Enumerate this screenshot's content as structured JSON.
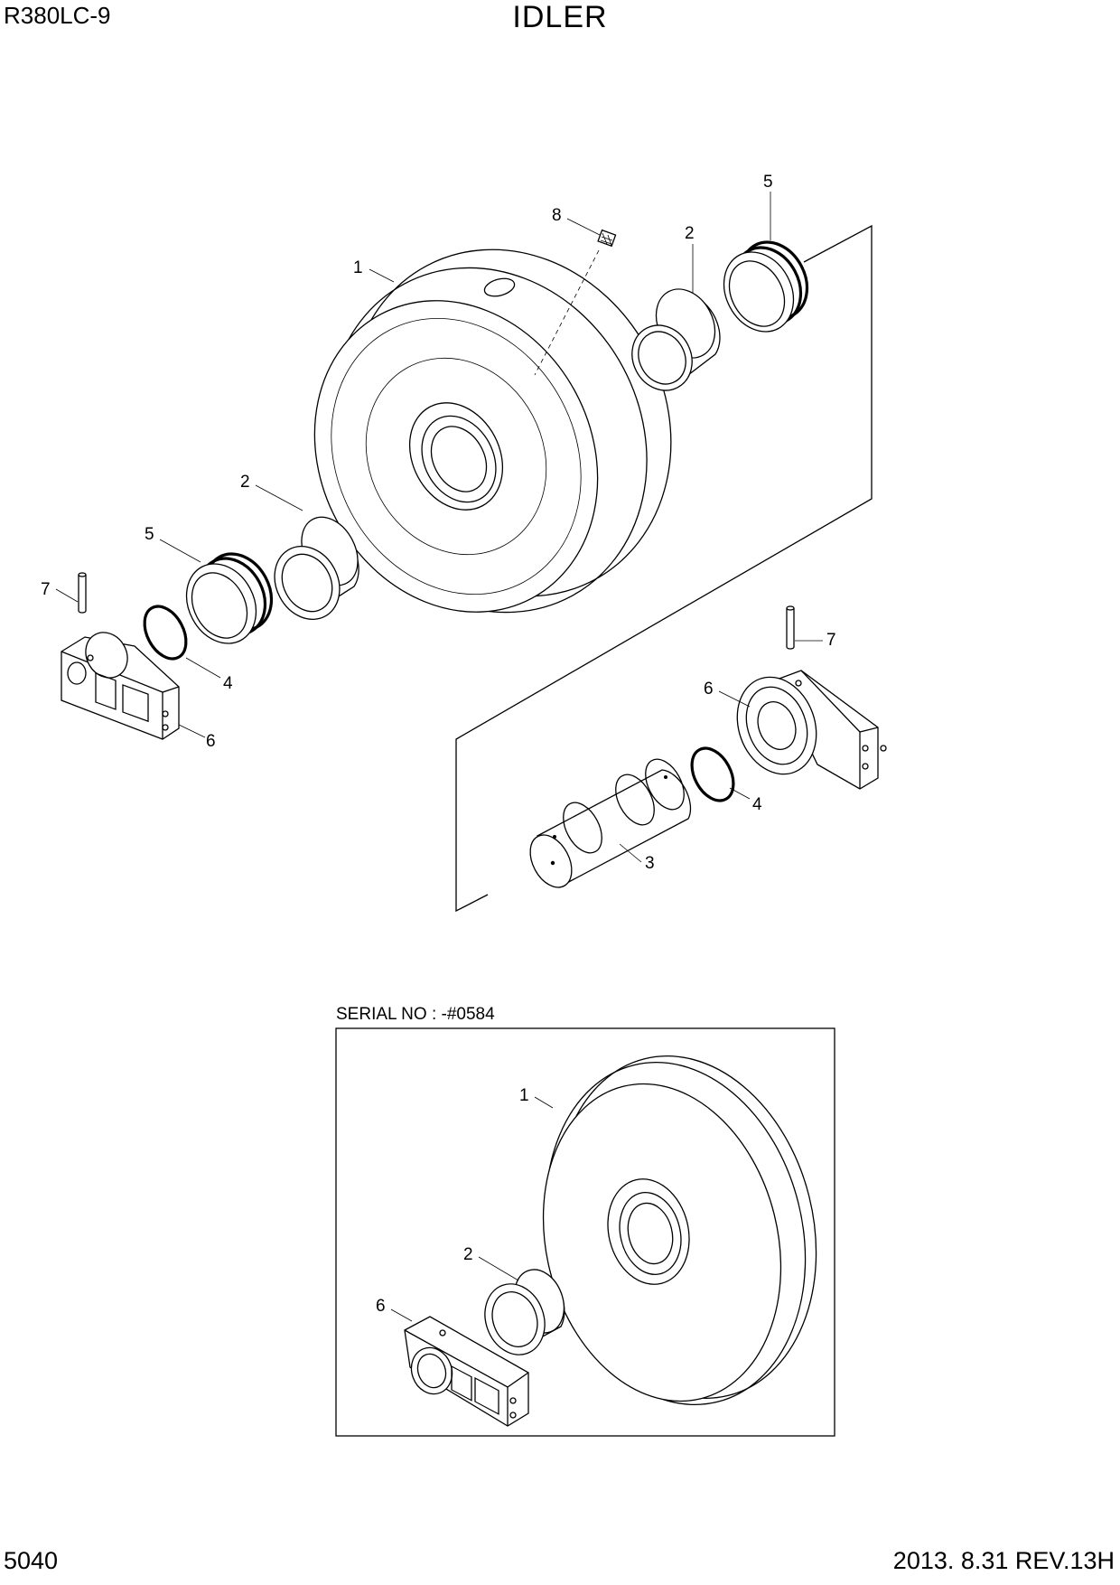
{
  "header": {
    "model": "R380LC-9",
    "title": "IDLER"
  },
  "footer": {
    "page_number": "5040",
    "revision": "2013. 8.31  REV.13H"
  },
  "main_assembly": {
    "callouts": [
      "1",
      "2",
      "2",
      "3",
      "4",
      "4",
      "5",
      "5",
      "6",
      "6",
      "7",
      "7",
      "8"
    ]
  },
  "inset": {
    "serial_label": "SERIAL NO : -#0584",
    "callouts": [
      "1",
      "2",
      "6"
    ]
  }
}
